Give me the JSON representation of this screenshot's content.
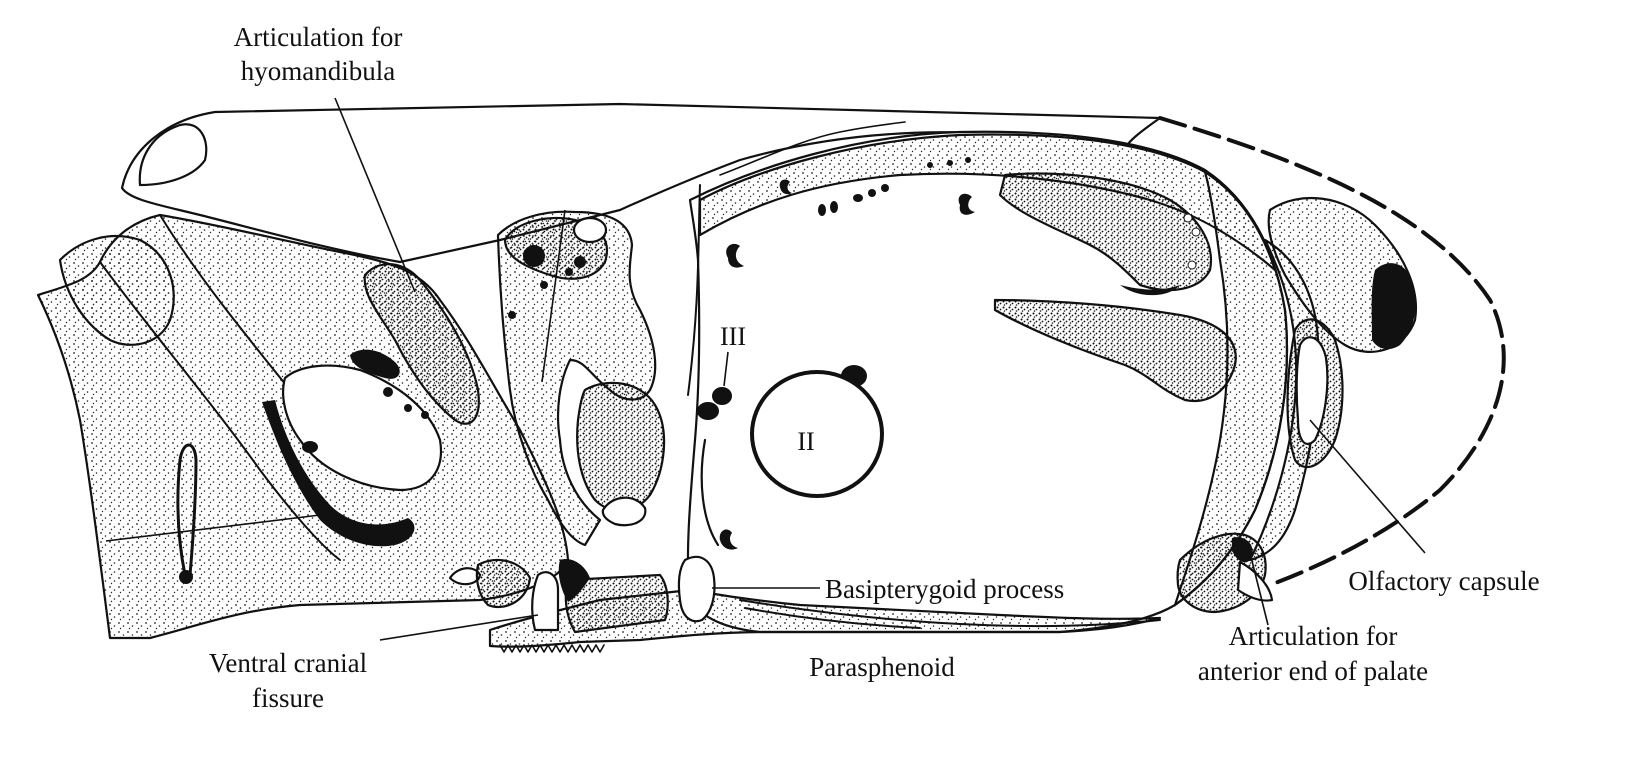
{
  "labels": {
    "hyomandibula_line1": "Articulation for",
    "hyomandibula_line2": "hyomandibula",
    "basipterygoid": "Basipterygoid process",
    "parasphenoid": "Parasphenoid",
    "ventral_fissure_line1": "Ventral cranial",
    "ventral_fissure_line2": "fissure",
    "olfactory": "Olfactory capsule",
    "palate_line1": "Articulation for",
    "palate_line2": "anterior end of palate",
    "nerve_III": "III",
    "nerve_II": "II"
  },
  "colors": {
    "ink": "#111111",
    "paper": "#ffffff"
  }
}
